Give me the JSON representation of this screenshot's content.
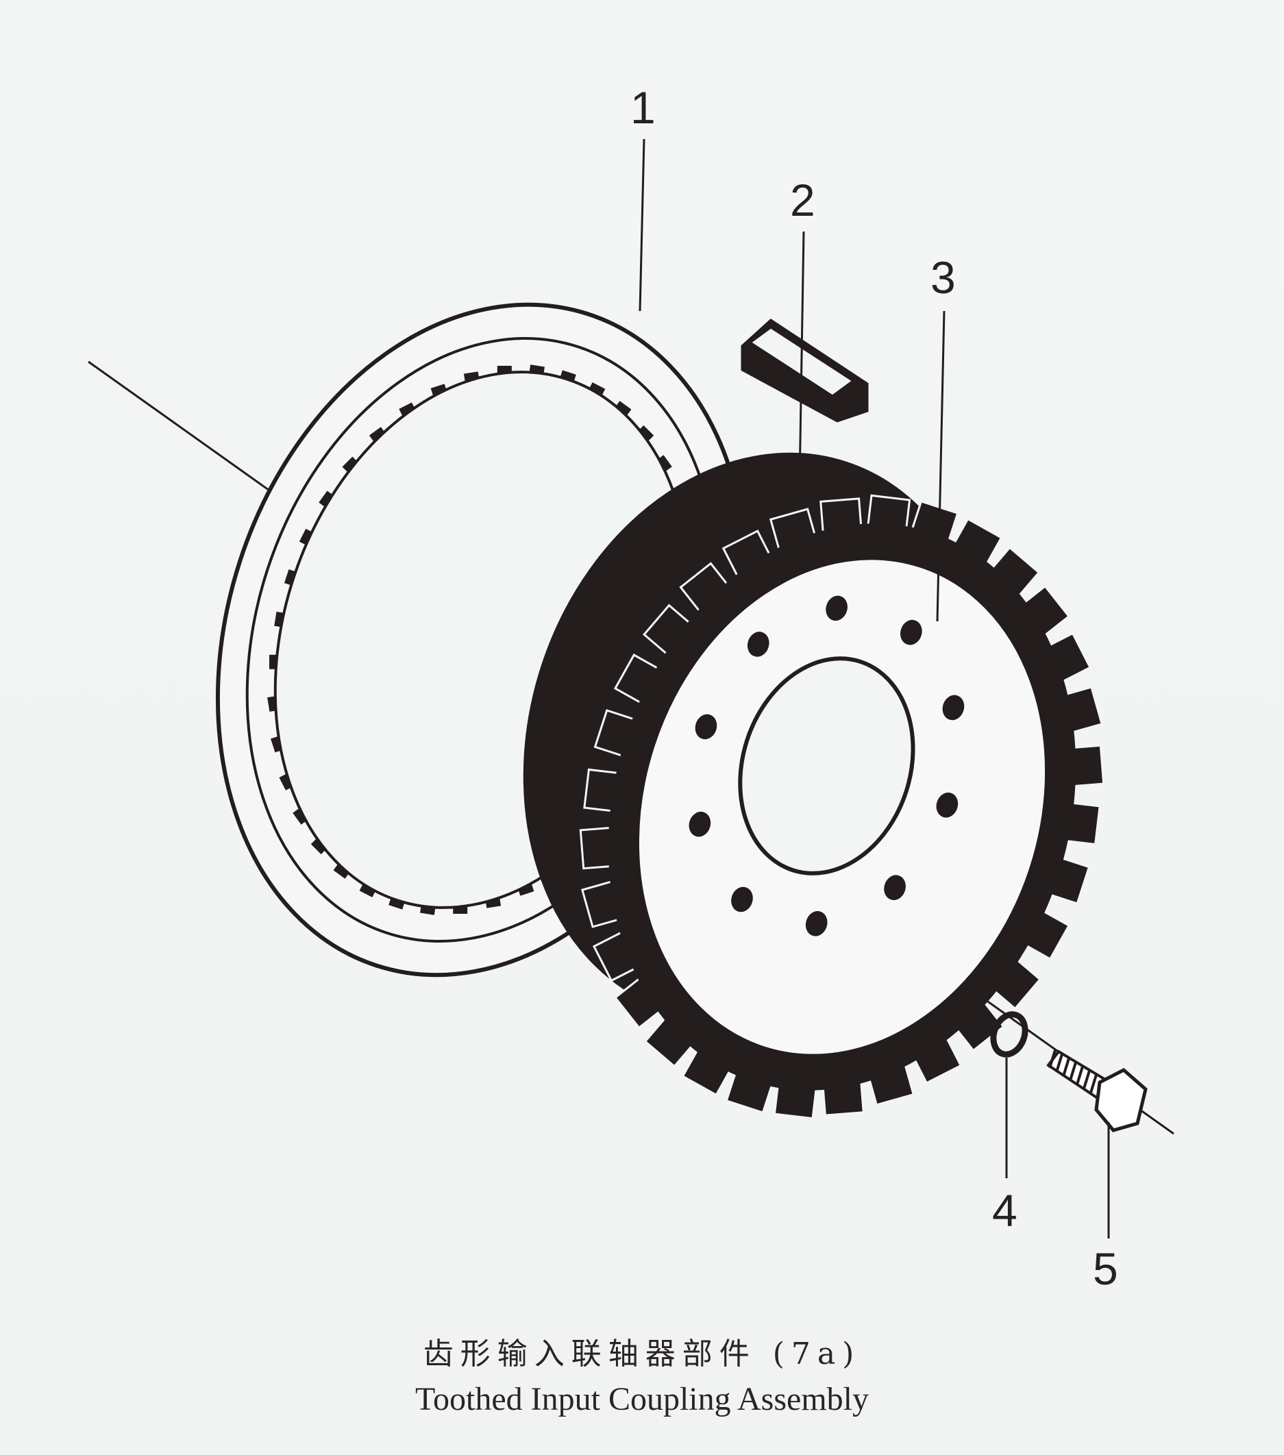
{
  "diagram": {
    "callouts": [
      {
        "number": "1",
        "part": "ring"
      },
      {
        "number": "2",
        "part": "key"
      },
      {
        "number": "3",
        "part": "gear-hub"
      },
      {
        "number": "4",
        "part": "washer"
      },
      {
        "number": "5",
        "part": "bolt"
      }
    ]
  },
  "caption": {
    "chinese": "齿形输入联轴器部件 (7a)",
    "english": "Toothed Input Coupling Assembly"
  },
  "colors": {
    "ink": "#231d1d",
    "paper": "#f3f5f4"
  }
}
